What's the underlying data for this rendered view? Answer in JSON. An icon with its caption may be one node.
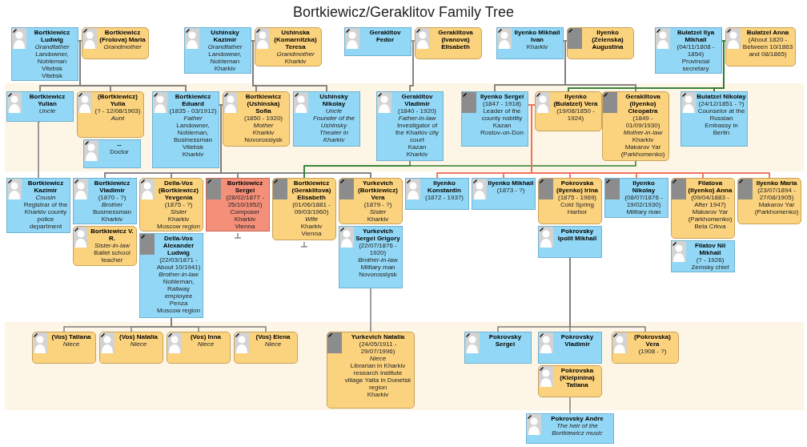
{
  "diagram": {
    "title": "Bortkiewicz/Geraklitov Family Tree",
    "nodes": [
      {
        "text": [
          "Bortkiewicz Ludwig",
          "Grandfather",
          "Landowner, Nobleman",
          "Vitebsk",
          "Vitebsk"
        ]
      },
      {
        "text": [
          "Bortkiewicz (Frolova) Maria",
          "Grandmother"
        ]
      },
      {
        "text": [
          "Ushinsky Kazimir",
          "Grandfather",
          "Landowner, Nobleman",
          "Kharkiv"
        ]
      },
      {
        "text": [
          "Ushinska (Komarnitzka) Teresa",
          "Grandmother",
          "Kharkiv"
        ]
      },
      {
        "text": [
          "Geraklitov Fedor"
        ]
      },
      {
        "text": [
          "Geraklitova (Ivanova) Elisabeth"
        ]
      },
      {
        "text": [
          "Ilyenko Mikhail Ivan",
          "Kharkiv"
        ]
      },
      {
        "text": [
          "Ilyenko (Zelenska) Augustina"
        ]
      },
      {
        "text": [
          "Bulatzel Ilya Mikhail",
          "(04/11/1808 - 1854)",
          "Provincial secretary"
        ]
      },
      {
        "text": [
          "Bulatzel Anna",
          "(About 1820 - Between 10/1863 and 08/1865)"
        ]
      },
      {
        "text": [
          "Bortkiewicz Yulian",
          "Uncle"
        ]
      },
      {
        "text": [
          "(Bortkiewicz) Yulia",
          "(? - 12/08/1903)",
          "Aunt"
        ]
      },
      {
        "text": [
          "--",
          "Doctor"
        ]
      },
      {
        "text": [
          "Bortkiewicz Eduard",
          "(1835 - 03/1912)",
          "Father",
          "Landowner, Nobleman, Businessman",
          "Vitebsk",
          "Kharkiv"
        ]
      },
      {
        "text": [
          "Bortkiewicz (Ushinska) Sofia",
          "(1850 - 1920)",
          "Mother",
          "Kharkiv",
          "Novorossiysk"
        ]
      },
      {
        "text": [
          "Ushinsky Nikolay",
          "Uncle",
          "Founder of the Ushinsky Theater in Kharkiv"
        ]
      },
      {
        "text": [
          "Geraklitov Vladimir",
          "(1840 - 1920)",
          "Father-in-law",
          "Investigator of the Kharkiv city court",
          "Kazan",
          "Kharkiv"
        ]
      },
      {
        "text": [
          "Ilyenko Sergei",
          "(1847 - 1918)",
          "Leader of the county nobility",
          "Kazan",
          "Rostov-on-Don"
        ]
      },
      {
        "text": [
          "Ilyenko (Bulatzel) Vera",
          "(19/08/1850 - 1924)"
        ]
      },
      {
        "text": [
          "Geraklitova (Ilyenko) Cleopatra",
          "(1849 - 01/09/1930)",
          "Mother-in-law",
          "Kharkiv",
          "Makarov Yar (Parkhomenko)"
        ]
      },
      {
        "text": [
          "Bulatzel Nikolay",
          "(24/12/1851 - ?)",
          "Counselor at the Russian Embassy in Berlin"
        ]
      },
      {
        "text": [
          "Bortkiewicz Kazimir",
          "Cousin",
          "Registrar of the Kharkiv county police department"
        ]
      },
      {
        "text": [
          "Bortkiewicz Vladimir",
          "(1870 - ?)",
          "Brother",
          "Businessman",
          "Kharkiv"
        ]
      },
      {
        "text": [
          "Bortkiewicz V. R.",
          "Sister-in-law",
          "Ballet school teacher"
        ]
      },
      {
        "text": [
          "Della-Vos (Bortkiewicz) Yevgenia",
          "(1875 - ?)",
          "Sister",
          "Kharkiv",
          "Moscow region"
        ]
      },
      {
        "text": [
          "Della-Vos Alexander Ludwig",
          "(22/03/1871 - About 10/1941)",
          "Brother-in-law",
          "Nobleman, Railway employee",
          "Penza",
          "Moscow region"
        ]
      },
      {
        "text": [
          "Bortkiewicz Sergei",
          "(28/02/1877 - 25/10/1952)",
          "Composer",
          "Kharkiv",
          "Vienna"
        ]
      },
      {
        "text": [
          "Bortkiewicz (Geraklitova) Elisabeth",
          "(01/06/1881 - 09/03/1960)",
          "Wife",
          "Kharkiv",
          "Vienna"
        ]
      },
      {
        "text": [
          "Yurkevich (Bortkiewicz) Vera",
          "(1879 - ?)",
          "Sister",
          "Kharkiv"
        ]
      },
      {
        "text": [
          "Yurkevich Sergei Grigory",
          "(22/07/1876 - 1920)",
          "Brother-in-law",
          "Military man",
          "Novorossiysk"
        ]
      },
      {
        "text": [
          "Ilyenko Konstantin",
          "(1872 - 1937)"
        ]
      },
      {
        "text": [
          "Ilyenko Mikhail",
          "(1873 - ?)"
        ]
      },
      {
        "text": [
          "Pokrovska (Ilyenko) Irina",
          "(1875 - 1969)",
          "Cold Spring Harbor"
        ]
      },
      {
        "text": [
          "Pokrovsky Ipolit Mikhail"
        ]
      },
      {
        "text": [
          "Ilyenko Nikolay",
          "(08/07/1876 - 19/02/1930)",
          "Military man"
        ]
      },
      {
        "text": [
          "Filatova (Ilyenko) Anna",
          "(09/04/1883 - After 1947)",
          "Makarov Yar (Parkhomenko)",
          "Bela Crkva"
        ]
      },
      {
        "text": [
          "Filatov Nil Mikhail",
          "(? - 1926)",
          "Zemsky chief"
        ]
      },
      {
        "text": [
          "Ilyenko Maria",
          "(23/07/1894 - 27/08/1905)",
          "Makarov Yar (Parkhomenko)"
        ]
      },
      {
        "text": [
          "(Vos) Tatiana",
          "Niece"
        ]
      },
      {
        "text": [
          "(Vos) Natalia",
          "Niece"
        ]
      },
      {
        "text": [
          "(Vos) Inna",
          "Niece"
        ]
      },
      {
        "text": [
          "(Vos) Elena",
          "Niece"
        ]
      },
      {
        "text": [
          "Yurkevich Natalia",
          "(24/05/1911 - 29/07/1996)",
          "Niece",
          "Librarian in Kharkiv research institute",
          "village Yalta in Donetsk region",
          "Kharkiv"
        ]
      },
      {
        "text": [
          "Pokrovsky Sergei"
        ]
      },
      {
        "text": [
          "Pokrovsky Vladimir"
        ]
      },
      {
        "text": [
          "Pokrovska (Kleipinina) Tatiana"
        ]
      },
      {
        "text": [
          "(Pokrovska) Vera",
          "(1908 - ?)"
        ]
      },
      {
        "text": [
          "Pokrovsky Andre",
          "The heir of the Bortkiewicz music"
        ]
      }
    ],
    "edges": [
      {
        "from": 0,
        "to": 10,
        "arrow": "none"
      },
      {
        "from": 1,
        "to": 10,
        "arrow": "none"
      },
      {
        "from": 0,
        "to": 11,
        "arrow": "none"
      },
      {
        "from": 1,
        "to": 11,
        "arrow": "none"
      },
      {
        "from": 0,
        "to": 13,
        "arrow": "none"
      },
      {
        "from": 1,
        "to": 13,
        "arrow": "none"
      },
      {
        "from": 2,
        "to": 14,
        "arrow": "none"
      },
      {
        "from": 3,
        "to": 14,
        "arrow": "none"
      },
      {
        "from": 2,
        "to": 15,
        "arrow": "none"
      },
      {
        "from": 3,
        "to": 15,
        "arrow": "none"
      },
      {
        "from": 4,
        "to": 16,
        "arrow": "none"
      },
      {
        "from": 5,
        "to": 16,
        "arrow": "none"
      },
      {
        "from": 6,
        "to": 17,
        "arrow": "none"
      },
      {
        "from": 7,
        "to": 17,
        "arrow": "none"
      },
      {
        "from": 6,
        "to": 19,
        "arrow": "none"
      },
      {
        "from": 7,
        "to": 19,
        "arrow": "none"
      },
      {
        "from": 8,
        "to": 18,
        "arrow": "none",
        "color": "#2e7d32"
      },
      {
        "from": 9,
        "to": 18,
        "arrow": "none",
        "color": "#2e7d32"
      },
      {
        "from": 8,
        "to": 20,
        "arrow": "none",
        "color": "#2e7d32"
      },
      {
        "from": 9,
        "to": 20,
        "arrow": "none",
        "color": "#2e7d32"
      },
      {
        "from": 10,
        "to": 21,
        "arrow": "none"
      },
      {
        "from": 13,
        "to": 22,
        "arrow": "none"
      },
      {
        "from": 14,
        "to": 22,
        "arrow": "none"
      },
      {
        "from": 13,
        "to": 24,
        "arrow": "none"
      },
      {
        "from": 14,
        "to": 24,
        "arrow": "none"
      },
      {
        "from": 13,
        "to": 26,
        "arrow": "none"
      },
      {
        "from": 14,
        "to": 26,
        "arrow": "none"
      },
      {
        "from": 13,
        "to": 28,
        "arrow": "none"
      },
      {
        "from": 14,
        "to": 28,
        "arrow": "none"
      },
      {
        "from": 16,
        "to": 27,
        "arrow": "none",
        "color": "#2e7d32"
      },
      {
        "from": 19,
        "to": 27,
        "arrow": "none",
        "color": "#2e7d32"
      },
      {
        "from": 17,
        "to": 30,
        "arrow": "none",
        "color": "#f0705a"
      },
      {
        "from": 18,
        "to": 30,
        "arrow": "none",
        "color": "#f0705a"
      },
      {
        "from": 17,
        "to": 31,
        "arrow": "none",
        "color": "#f0705a"
      },
      {
        "from": 18,
        "to": 31,
        "arrow": "none",
        "color": "#f0705a"
      },
      {
        "from": 17,
        "to": 32,
        "arrow": "none",
        "color": "#f0705a"
      },
      {
        "from": 18,
        "to": 32,
        "arrow": "none",
        "color": "#f0705a"
      },
      {
        "from": 17,
        "to": 34,
        "arrow": "none",
        "color": "#f0705a"
      },
      {
        "from": 18,
        "to": 34,
        "arrow": "none",
        "color": "#f0705a"
      },
      {
        "from": 17,
        "to": 35,
        "arrow": "none",
        "color": "#f0705a"
      },
      {
        "from": 18,
        "to": 35,
        "arrow": "none",
        "color": "#f0705a"
      },
      {
        "from": 17,
        "to": 37,
        "arrow": "none",
        "color": "#f0705a"
      },
      {
        "from": 18,
        "to": 37,
        "arrow": "none",
        "color": "#f0705a"
      },
      {
        "from": 25,
        "to": 38,
        "arrow": "none"
      },
      {
        "from": 25,
        "to": 39,
        "arrow": "none"
      },
      {
        "from": 25,
        "to": 40,
        "arrow": "none"
      },
      {
        "from": 25,
        "to": 41,
        "arrow": "none"
      },
      {
        "from": 29,
        "to": 42,
        "arrow": "none"
      },
      {
        "from": 33,
        "to": 43,
        "arrow": "none"
      },
      {
        "from": 33,
        "to": 44,
        "arrow": "none"
      },
      {
        "from": 33,
        "to": 46,
        "arrow": "none"
      },
      {
        "from": 45,
        "to": 47,
        "arrow": "none"
      }
    ]
  }
}
